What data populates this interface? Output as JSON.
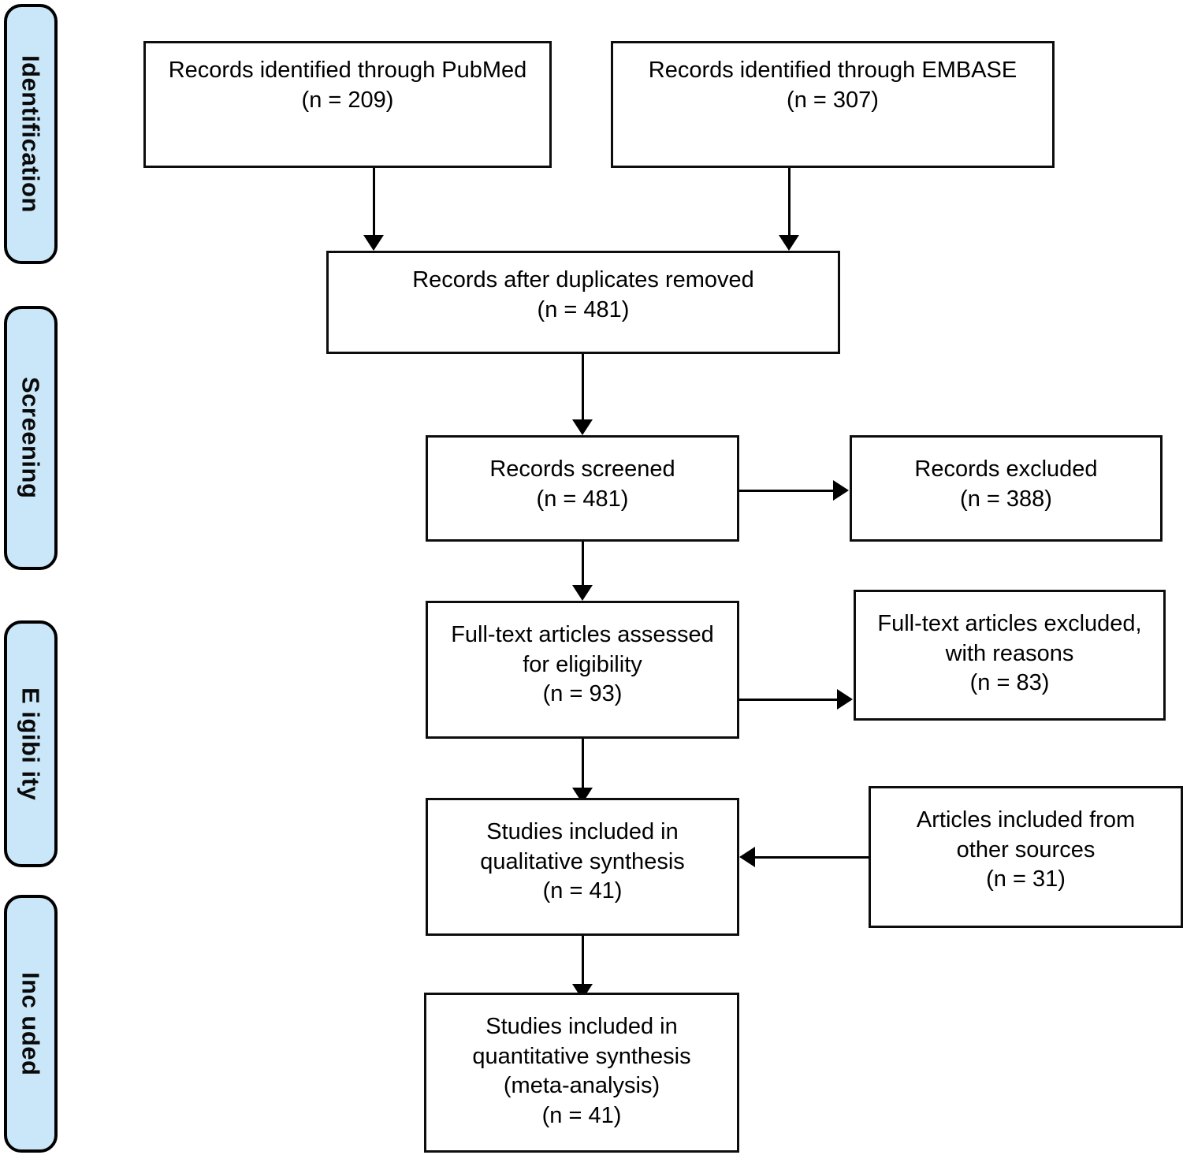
{
  "diagram": {
    "type": "prisma-flow-diagram",
    "title": "PRISMA Flow Diagram",
    "accent_color": "#c9e7f9",
    "line_color": "#000000",
    "box_background": "#ffffff"
  },
  "stages": [
    {
      "id": "identification",
      "label": "Identification"
    },
    {
      "id": "screening",
      "label": "Screening"
    },
    {
      "id": "eligibility",
      "label": "E igibi ity"
    },
    {
      "id": "included",
      "label": "Inc uded"
    }
  ],
  "nodes": {
    "pubmed": {
      "id": "pubmed",
      "text": "Records identified through PubMed\n(n = 209)",
      "label": "Records identified through PubMed",
      "count": 209,
      "count_text": "(n = 209)"
    },
    "embase": {
      "id": "embase",
      "text": "Records identified through EMBASE\n(n = 307)",
      "label": "Records identified through EMBASE",
      "count": 307,
      "count_text": "(n = 307)"
    },
    "duplicates_removed": {
      "id": "duplicates_removed",
      "text": "Records after duplicates removed\n(n = 481)",
      "label": "Records after duplicates removed",
      "count": 481,
      "count_text": "(n = 481)"
    },
    "records_screened": {
      "id": "records_screened",
      "text": "Records screened\n(n = 481)",
      "label": "Records screened",
      "count": 481,
      "count_text": "(n = 481)"
    },
    "records_excluded": {
      "id": "records_excluded",
      "text": "Records excluded\n(n = 388)",
      "label": "Records excluded",
      "count": 388,
      "count_text": "(n = 388)"
    },
    "fulltext_assessed": {
      "id": "fulltext_assessed",
      "text": "Full-text articles assessed\nfor eligibility\n(n = 93)",
      "label": "Full-text articles assessed for eligibility",
      "count": 93,
      "count_text": "(n = 93)"
    },
    "fulltext_excluded": {
      "id": "fulltext_excluded",
      "text": "Full-text articles excluded,\nwith reasons\n(n = 83)",
      "label": "Full-text articles excluded, with reasons",
      "count": 83,
      "count_text": "(n = 83)"
    },
    "qualitative": {
      "id": "qualitative",
      "text": "Studies included in\nqualitative synthesis\n(n = 41)",
      "label": "Studies included in qualitative synthesis",
      "count": 41,
      "count_text": "(n = 41)"
    },
    "other_sources": {
      "id": "other_sources",
      "text": "Articles included from\nother sources\n(n = 31)",
      "label": "Articles included from other sources",
      "count": 31,
      "count_text": "(n = 31)"
    },
    "quantitative": {
      "id": "quantitative",
      "text": "Studies included in\nquantitative synthesis\n(meta-analysis)\n(n = 41)",
      "label": "Studies included in quantitative synthesis (meta-analysis)",
      "count": 41,
      "count_text": "(n = 41)"
    }
  },
  "edges": [
    {
      "from": "pubmed",
      "to": "duplicates_removed",
      "direction": "down"
    },
    {
      "from": "embase",
      "to": "duplicates_removed",
      "direction": "down"
    },
    {
      "from": "duplicates_removed",
      "to": "records_screened",
      "direction": "down"
    },
    {
      "from": "records_screened",
      "to": "records_excluded",
      "direction": "right"
    },
    {
      "from": "records_screened",
      "to": "fulltext_assessed",
      "direction": "down"
    },
    {
      "from": "fulltext_assessed",
      "to": "fulltext_excluded",
      "direction": "right"
    },
    {
      "from": "fulltext_assessed",
      "to": "qualitative",
      "direction": "down"
    },
    {
      "from": "other_sources",
      "to": "qualitative",
      "direction": "left"
    },
    {
      "from": "qualitative",
      "to": "quantitative",
      "direction": "down"
    }
  ]
}
